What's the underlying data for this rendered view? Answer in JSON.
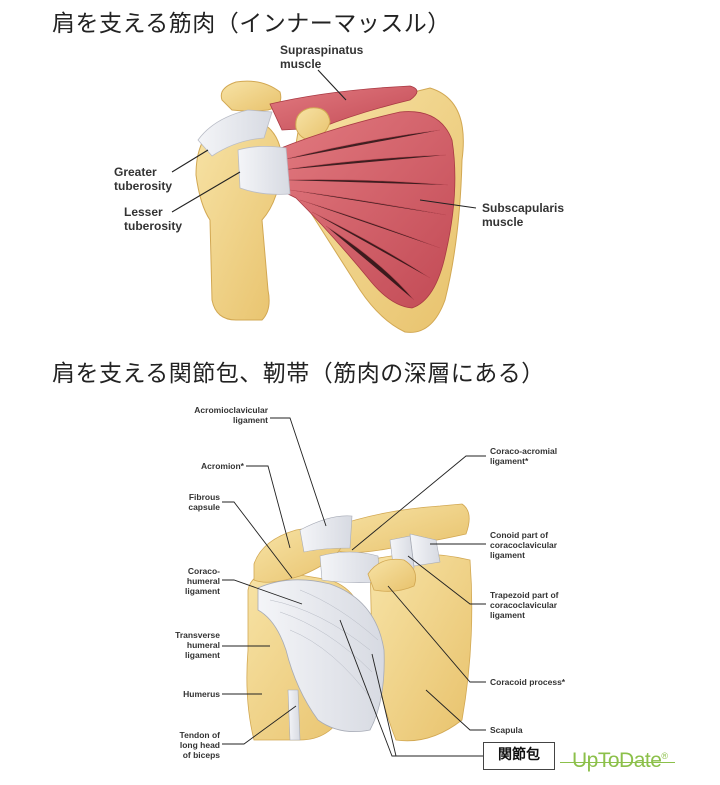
{
  "headings": {
    "top": "肩を支える筋肉（インナーマッスル）",
    "bottom": "肩を支える関節包、靭帯（筋肉の深層にある）"
  },
  "figure1": {
    "labels": {
      "supraspinatus_1": "Supraspinatus",
      "supraspinatus_2": "muscle",
      "greater_1": "Greater",
      "greater_2": "tuberosity",
      "lesser_1": "Lesser",
      "lesser_2": "tuberosity",
      "subscap_1": "Subscapularis",
      "subscap_2": "muscle"
    }
  },
  "figure2": {
    "labels": {
      "acromioclav_1": "Acromioclavicular",
      "acromioclav_2": "ligament",
      "acromion": "Acromion*",
      "fibrous_1": "Fibrous",
      "fibrous_2": "capsule",
      "coracohum_1": "Coraco-",
      "coracohum_2": "humeral",
      "coracohum_3": "ligament",
      "transverse_1": "Transverse",
      "transverse_2": "humeral",
      "transverse_3": "ligament",
      "humerus": "Humerus",
      "tendon_1": "Tendon of",
      "tendon_2": "long head",
      "tendon_3": "of biceps",
      "coracoacromial_1": "Coraco-acromial",
      "coracoacromial_2": "ligament*",
      "conoid_1": "Conoid part of",
      "conoid_2": "coracoclavicular",
      "conoid_3": "ligament",
      "trapezoid_1": "Trapezoid part of",
      "trapezoid_2": "coracoclavicular",
      "trapezoid_3": "ligament",
      "coracoid": "Coracoid process*",
      "scapula": "Scapula"
    },
    "callout": "関節包"
  },
  "logo": {
    "text": "UpToDate",
    "mark": "®"
  },
  "colors": {
    "bone": "#f2d58e",
    "bone_dark": "#dcb45c",
    "muscle": "#d9636c",
    "muscle_dark": "#b8424c",
    "ligament": "#e6e8ee",
    "logo_green": "#8cc04a"
  }
}
